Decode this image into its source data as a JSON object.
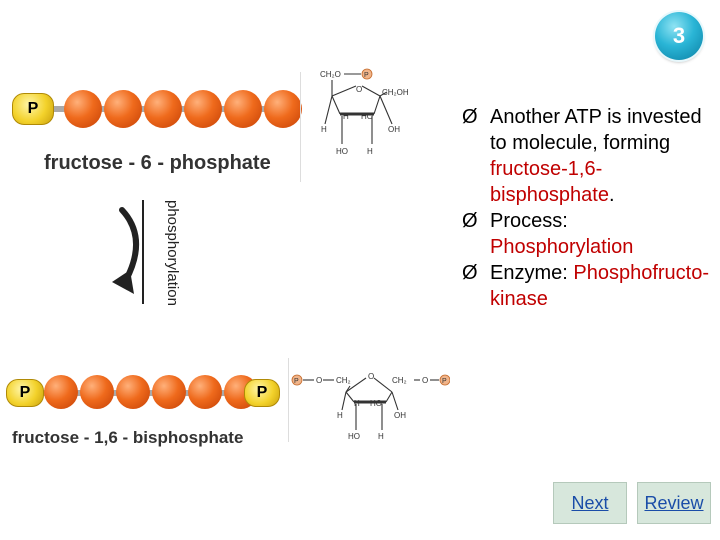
{
  "slide": {
    "step_number": "3"
  },
  "top_molecule": {
    "phosphate_label": "P",
    "name": "fructose - 6 - phosphate",
    "structure": {
      "ch2o": "CH₂O",
      "p": "P",
      "ch2oh": "CH₂OH",
      "o": "O",
      "h_left": "H",
      "h_inner": "H",
      "ho_inner": "HO",
      "oh_right": "OH",
      "ho_bottom": "HO",
      "h_bottom": "H"
    }
  },
  "process_arrow": {
    "label": "phosphorylation"
  },
  "bottom_molecule": {
    "phosphate_left": "P",
    "phosphate_right": "P",
    "name": "fructose - 1,6 - bisphosphate",
    "structure": {
      "p_left": "P",
      "o_left": "O",
      "ch2_left": "CH₂",
      "o": "O",
      "ch2_right": "CH₂",
      "o_right": "O",
      "p_right": "P",
      "h_left": "H",
      "h_inner": "H",
      "ho_inner": "HO",
      "oh_right": "OH",
      "ho_bottom": "HO",
      "h_bottom": "H"
    }
  },
  "bullets": [
    {
      "text_before": "Another ATP is invested to molecule, forming ",
      "highlight": "fructose-1,6-bisphosphate",
      "text_after": "."
    },
    {
      "text_before": "Process: ",
      "highlight": "Phosphorylation",
      "text_after": ""
    },
    {
      "text_before": "Enzyme: ",
      "highlight": "Phosphofructo-kinase",
      "text_after": ""
    }
  ],
  "bullet_marker": "Ø",
  "nav": {
    "next_label": "Next",
    "review_label": "Review"
  },
  "colors": {
    "highlight": "#c00000",
    "bead": "#ef6a1c",
    "phosphate": "#f3d22b",
    "badge": "#2ab5d6"
  }
}
